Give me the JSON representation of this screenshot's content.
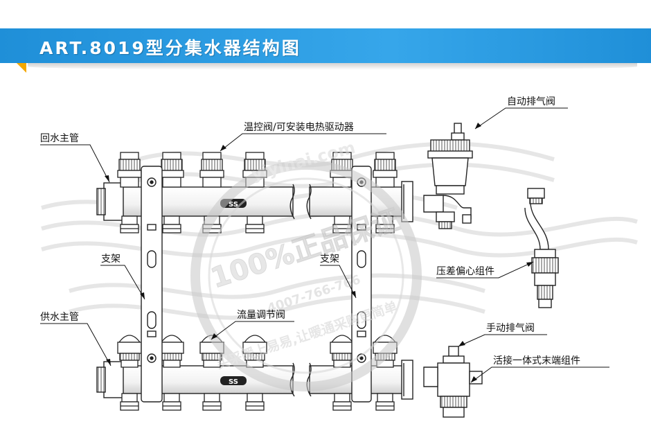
{
  "header": {
    "title": "ART.8019型分集水器结构图",
    "accent_color": "#2a9be0",
    "corner_color": "#f4a800"
  },
  "labels": {
    "return_main": "回水主管",
    "thermostatic": "温控阀/可安装电热驱动器",
    "bracket_left": "支架",
    "bracket_right": "支架",
    "supply_main": "供水主管",
    "flow_valve": "流量调节阀",
    "auto_vent": "自动排气阀",
    "diff_pressure": "压差偏心组件",
    "manual_vent": "手动排气阀",
    "end_assembly": "活接一体式末端组件"
  },
  "watermark": {
    "main": "100%正品保证",
    "phone": "4007-766-766",
    "url": "yiyinai.com",
    "slogan": "买采暖上易易,让暖通采购更简单"
  },
  "brand_mark": "SS"
}
